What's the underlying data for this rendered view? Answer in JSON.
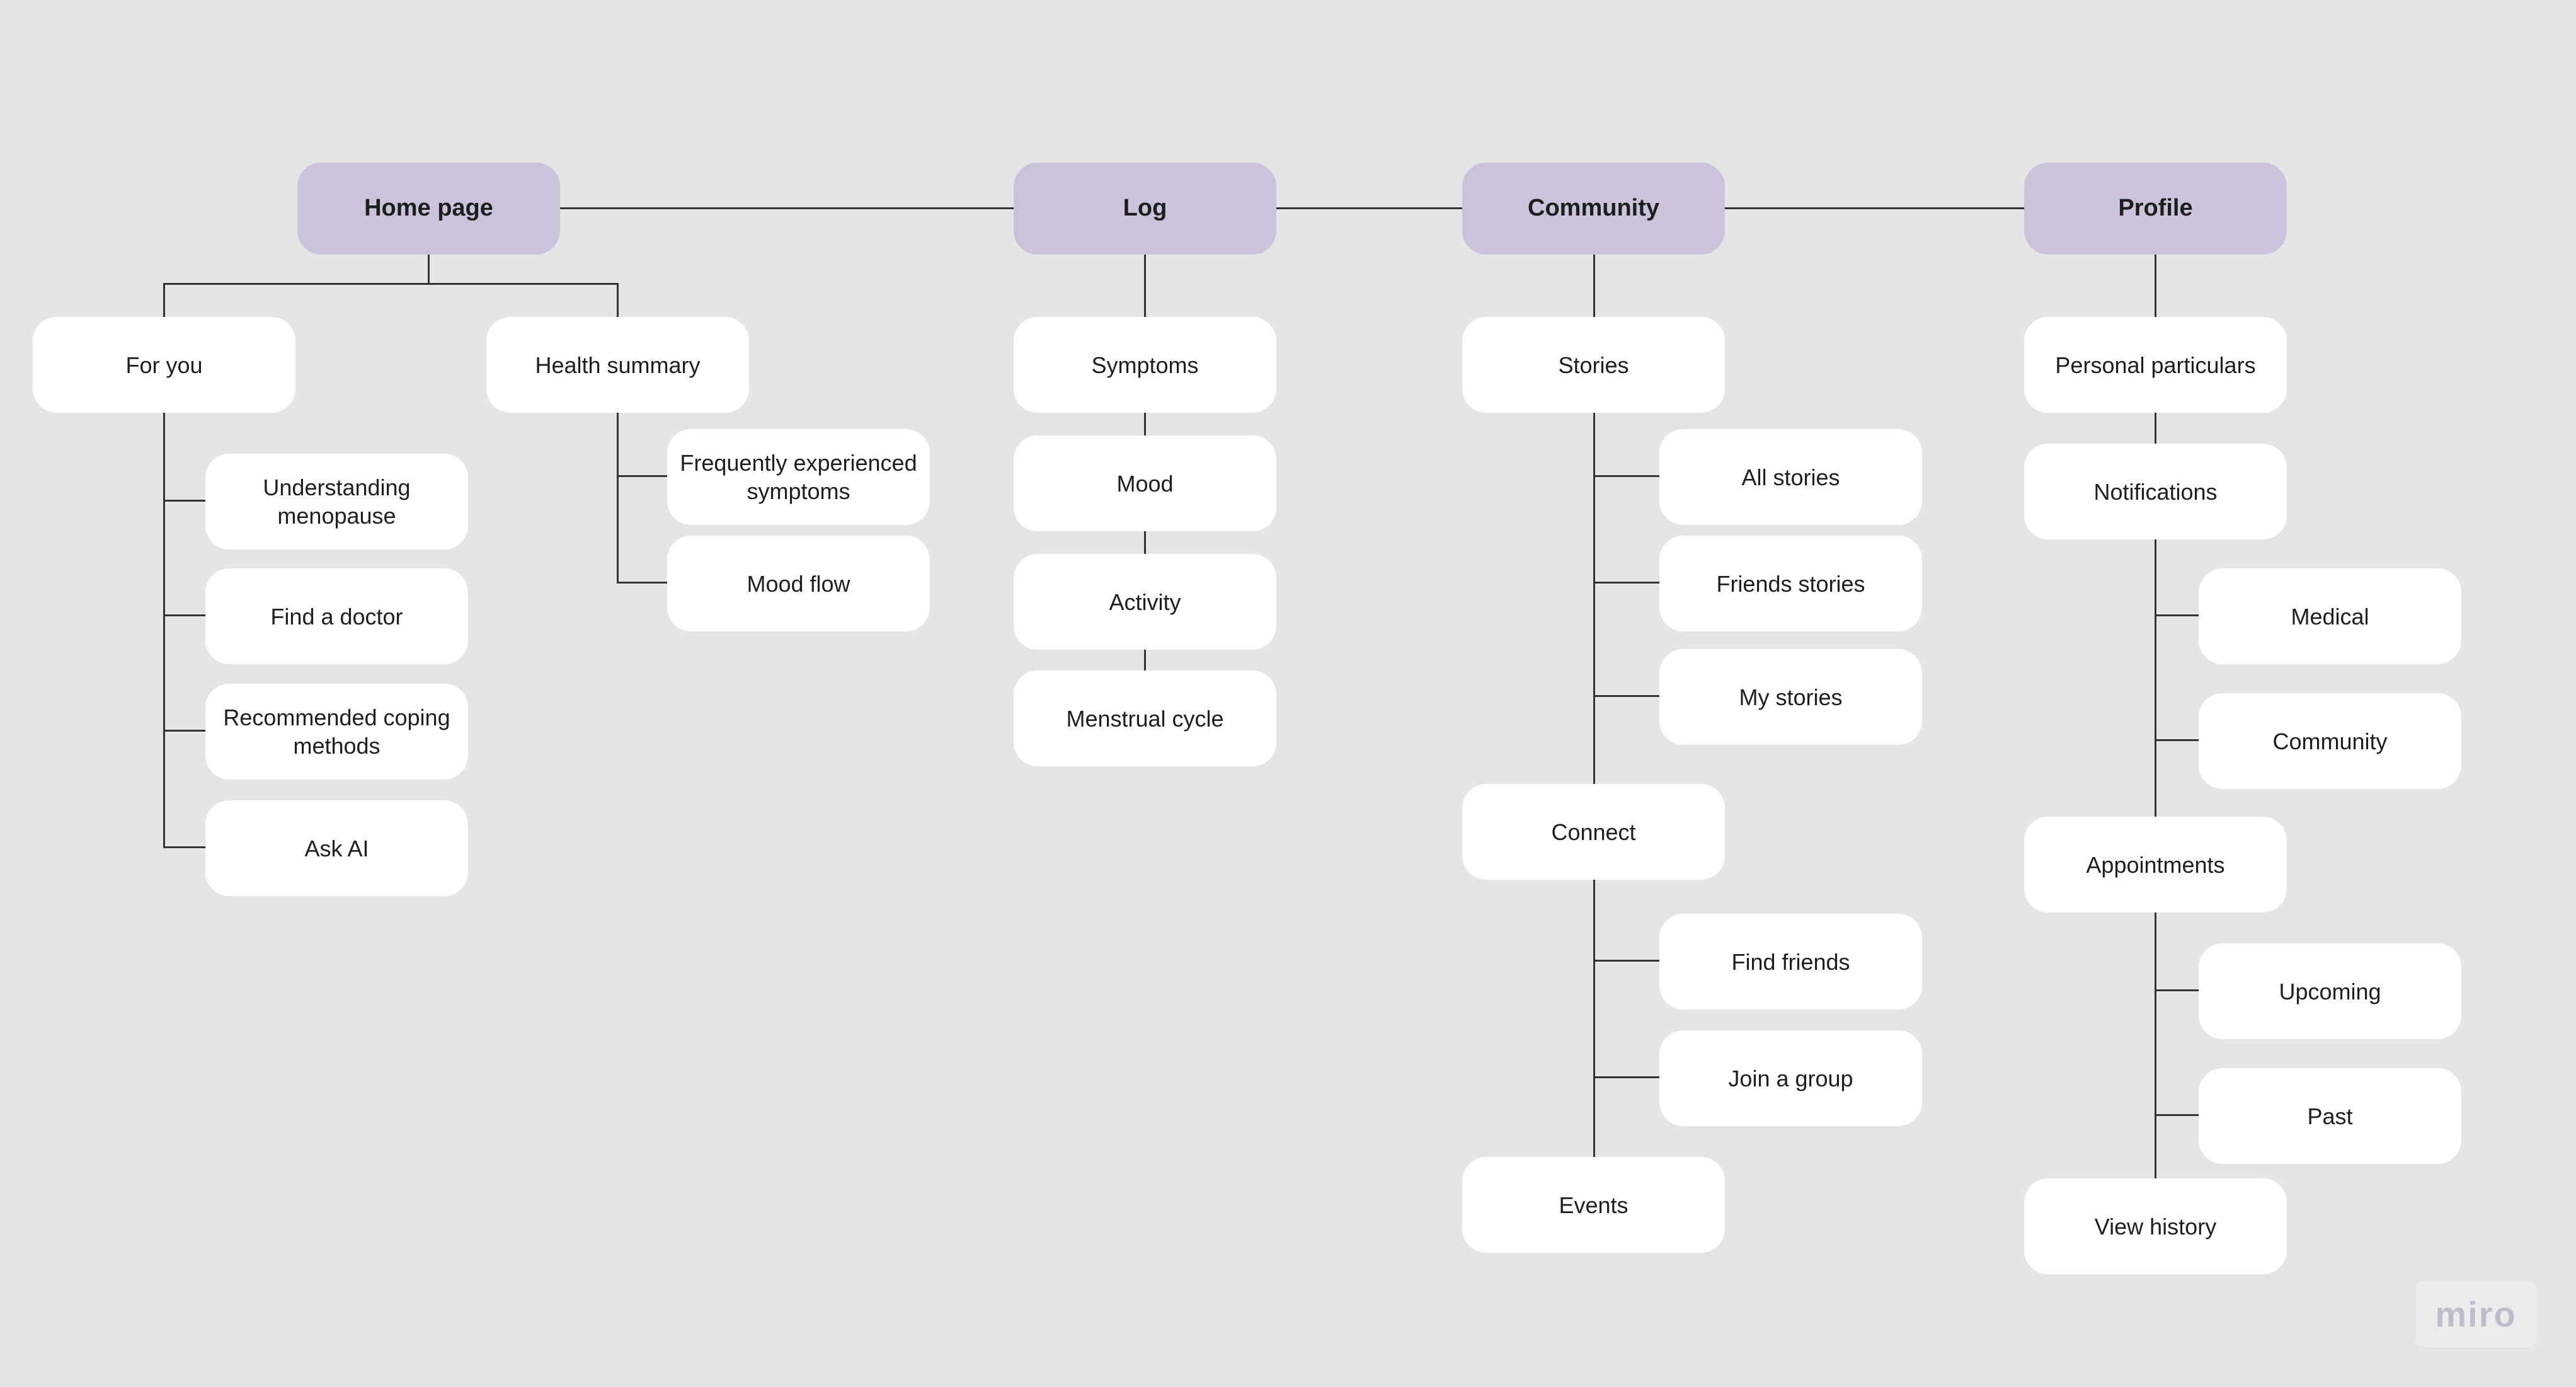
{
  "sitemap": {
    "watermark": "miro",
    "colors": {
      "background": "#e5e5e5",
      "section_node": "#cbc3dc",
      "page_node": "#ffffff",
      "connector": "#333333",
      "text": "#1e1e1e",
      "watermark_text": "#bfbdcb",
      "watermark_bg": "#ececec"
    },
    "columns": [
      {
        "root": {
          "label": "Home page"
        },
        "children": [
          {
            "label": "For you",
            "children": [
              {
                "label": "Understanding menopause"
              },
              {
                "label": "Find a doctor"
              },
              {
                "label": "Recommended coping methods"
              },
              {
                "label": "Ask AI"
              }
            ]
          },
          {
            "label": "Health summary",
            "children": [
              {
                "label": "Frequently experienced symptoms"
              },
              {
                "label": "Mood flow"
              }
            ]
          }
        ]
      },
      {
        "root": {
          "label": "Log"
        },
        "children": [
          {
            "label": "Symptoms"
          },
          {
            "label": "Mood"
          },
          {
            "label": "Activity"
          },
          {
            "label": "Menstrual cycle"
          }
        ]
      },
      {
        "root": {
          "label": "Community"
        },
        "children": [
          {
            "label": "Stories",
            "children": [
              {
                "label": "All stories"
              },
              {
                "label": "Friends stories"
              },
              {
                "label": "My stories"
              }
            ]
          },
          {
            "label": "Connect",
            "children": [
              {
                "label": "Find friends"
              },
              {
                "label": "Join a group"
              }
            ]
          },
          {
            "label": "Events"
          }
        ]
      },
      {
        "root": {
          "label": "Profile"
        },
        "children": [
          {
            "label": "Personal particulars"
          },
          {
            "label": "Notifications",
            "children": [
              {
                "label": "Medical"
              },
              {
                "label": "Community"
              }
            ]
          },
          {
            "label": "Appointments",
            "children": [
              {
                "label": "Upcoming"
              },
              {
                "label": "Past"
              }
            ]
          },
          {
            "label": "View history"
          }
        ]
      }
    ]
  }
}
